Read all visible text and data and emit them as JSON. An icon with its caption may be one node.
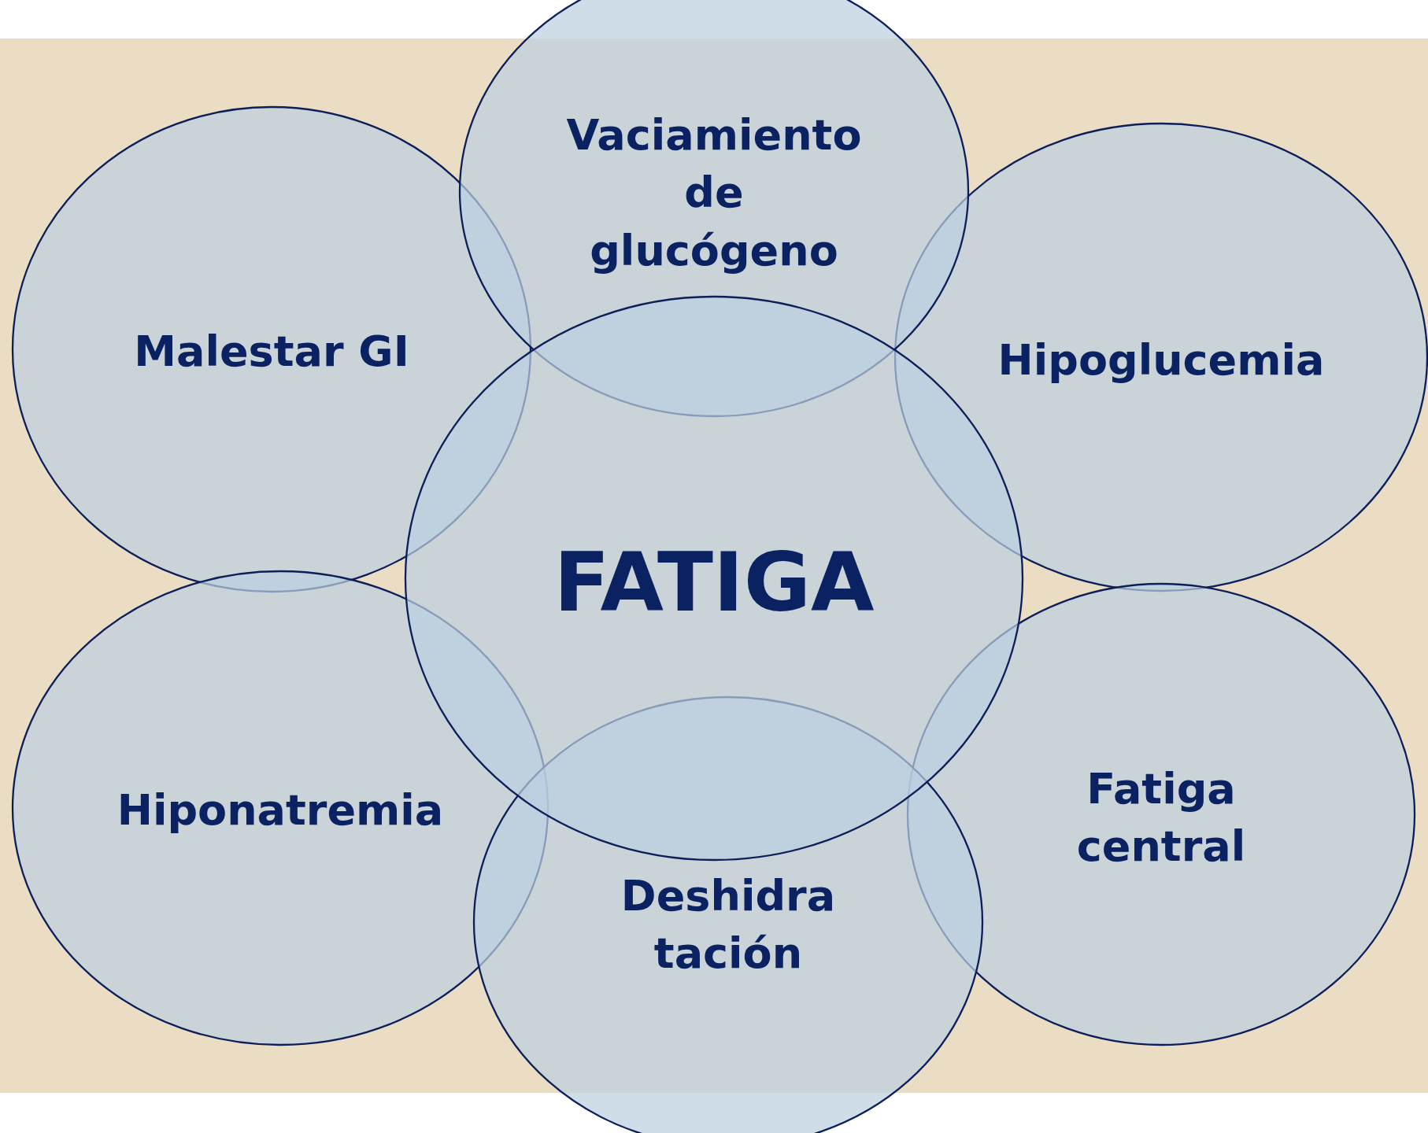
{
  "diagram": {
    "nodes": [
      {
        "text": [
          "Vaciamiento de glucógeno"
        ]
      },
      {
        "text": [
          "Malestar GI"
        ]
      },
      {
        "text": [
          "Hipoglucemia"
        ]
      },
      {
        "text": [
          "FATIGA"
        ]
      },
      {
        "text": [
          "Hiponatremia"
        ]
      },
      {
        "text": [
          "Fatiga central"
        ]
      },
      {
        "text": [
          "Deshidra tación"
        ]
      }
    ]
  }
}
